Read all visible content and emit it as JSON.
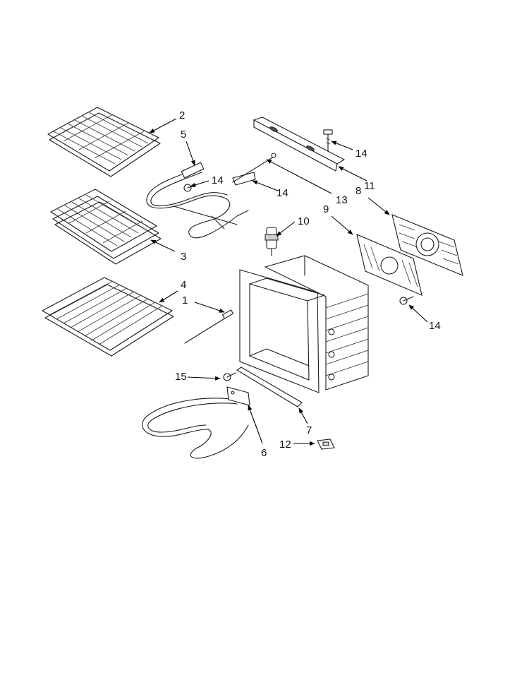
{
  "callouts": {
    "c1": "1",
    "c2": "2",
    "c3": "3",
    "c4": "4",
    "c5": "5",
    "c6": "6",
    "c7": "7",
    "c8": "8",
    "c9": "9",
    "c10": "10",
    "c11": "11",
    "c12": "12",
    "c13": "13",
    "c14a": "14",
    "c14b": "14",
    "c14c": "14",
    "c14d": "14",
    "c15": "15"
  }
}
